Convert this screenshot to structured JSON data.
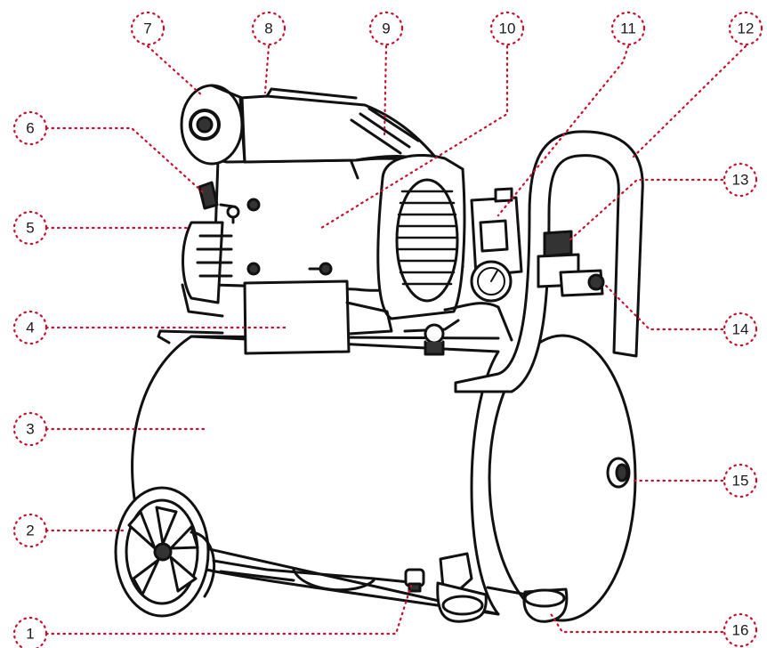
{
  "diagram": {
    "accent_color": "#c8102e",
    "line_color": "#111111",
    "callouts": [
      {
        "id": "c1",
        "label": "1"
      },
      {
        "id": "c2",
        "label": "2"
      },
      {
        "id": "c3",
        "label": "3"
      },
      {
        "id": "c4",
        "label": "4"
      },
      {
        "id": "c5",
        "label": "5"
      },
      {
        "id": "c6",
        "label": "6"
      },
      {
        "id": "c7",
        "label": "7"
      },
      {
        "id": "c8",
        "label": "8"
      },
      {
        "id": "c9",
        "label": "9"
      },
      {
        "id": "c10",
        "label": "10"
      },
      {
        "id": "c11",
        "label": "11"
      },
      {
        "id": "c12",
        "label": "12"
      },
      {
        "id": "c13",
        "label": "13"
      },
      {
        "id": "c14",
        "label": "14"
      },
      {
        "id": "c15",
        "label": "15"
      },
      {
        "id": "c16",
        "label": "16"
      }
    ]
  }
}
